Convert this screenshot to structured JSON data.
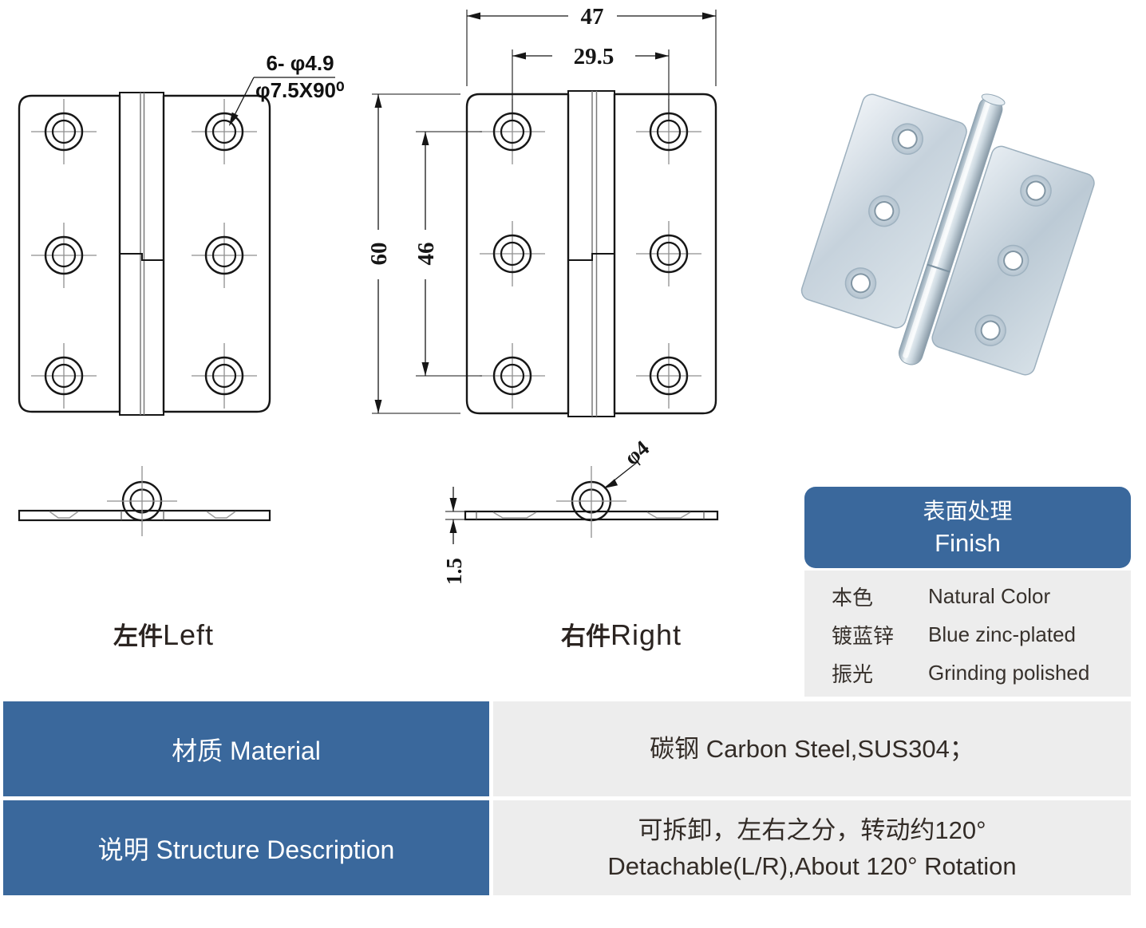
{
  "colors": {
    "accent_blue": "#3a689c",
    "panel_gray": "#ededed",
    "drawing_line": "#161616",
    "centerline_gray": "#8f8f8f"
  },
  "left_drawing": {
    "annotation": {
      "line1": "6- φ4.9",
      "line2": "φ7.5X90⁰"
    },
    "label_cn": "左件",
    "label_en": "Left"
  },
  "right_drawing": {
    "dim_width": "47",
    "dim_hole_span": "29.5",
    "dim_height": "60",
    "dim_hole_pitch": "46",
    "dim_pin_dia": "φ4",
    "dim_thickness": "1.5",
    "label_cn": "右件",
    "label_en": "Right"
  },
  "finish_table": {
    "title_cn": "表面处理",
    "title_en": "Finish",
    "rows": [
      {
        "cn": "本色",
        "en": "Natural Color"
      },
      {
        "cn": "镀蓝锌",
        "en": "Blue zinc-plated"
      },
      {
        "cn": "振光",
        "en": "Grinding polished"
      }
    ]
  },
  "spec_table": {
    "rows": [
      {
        "label": "材质 Material",
        "value_line1": "碳钢   Carbon Steel,SUS304；",
        "value_line2": ""
      },
      {
        "label": "说明 Structure Description",
        "value_line1": "可拆卸，左右之分，转动约120°",
        "value_line2": "Detachable(L/R),About 120° Rotation"
      }
    ]
  }
}
